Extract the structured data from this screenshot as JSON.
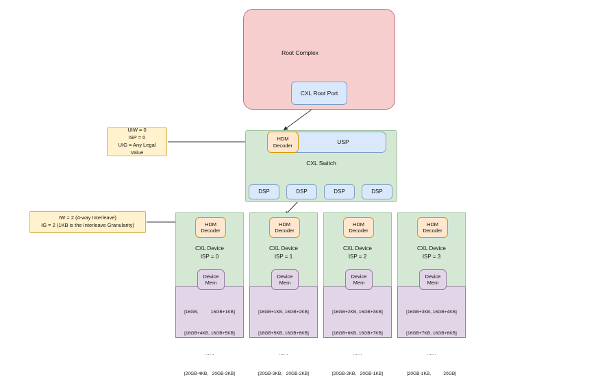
{
  "diagram": {
    "root_complex": {
      "label": "Root Complex",
      "port_label": "CXL Root Port",
      "fill": "#f6cecd",
      "stroke": "#b5797a"
    },
    "switch": {
      "label": "CXL Switch",
      "usp_label": "USP",
      "hdm_line1": "HDM",
      "hdm_line2": "Decoder",
      "fill": "#d5e8d4",
      "stroke": "#9dc49c",
      "dsp_ports": [
        {
          "label": "DSP"
        },
        {
          "label": "DSP"
        },
        {
          "label": "DSP"
        },
        {
          "label": "DSP"
        }
      ]
    },
    "notes": {
      "usp_note": {
        "line1": "UIW = 0",
        "line2": "ISP = 0",
        "line3": "UIG = Any Legal",
        "line4": "Value"
      },
      "device_note": {
        "line1": "IW = 2 (4-way Interleave)",
        "line2": "IG = 2 (1KB is the Interleave Granularity)"
      },
      "fill": "#fff2cc",
      "stroke": "#d6b656"
    },
    "hdm_decoder": {
      "line1": "HDM",
      "line2": "Decoder",
      "fill": "#ffe6cc",
      "stroke": "#d79b00"
    },
    "device_mem": {
      "line1": "Device",
      "line2": "Mem",
      "fill": "#e1d5e7",
      "stroke": "#9a79a8"
    },
    "devices": [
      {
        "title": "CXL Device",
        "isp": "ISP = 0",
        "range_line1": "[16GB,          16GB+1KB]",
        "range_line2": "[16GB+4KB, 16GB+5KB]",
        "range_dots": "......",
        "range_line3": "[20GB-4KB,   20GB-3KB]"
      },
      {
        "title": "CXL Device",
        "isp": "ISP = 1",
        "range_line1": "[16GB+1KB, 16GB+2KB]",
        "range_line2": "[16GB+5KB, 16GB+6KB]",
        "range_dots": "......",
        "range_line3": "[20GB-3KB,   20GB-2KB]"
      },
      {
        "title": "CXL Device",
        "isp": "ISP = 2",
        "range_line1": "[16GB+2KB, 16GB+3KB]",
        "range_line2": "[16GB+6KB, 16GB+7KB]",
        "range_dots": "......",
        "range_line3": "[20GB-2KB,   20GB-1KB]"
      },
      {
        "title": "CXL Device",
        "isp": "ISP = 3",
        "range_line1": "[16GB+3KB, 16GB+4KB]",
        "range_line2": "[16GB+7KB, 16GB+8KB]",
        "range_dots": "......",
        "range_line3": "[20GB-1KB,          20GB]"
      }
    ]
  }
}
